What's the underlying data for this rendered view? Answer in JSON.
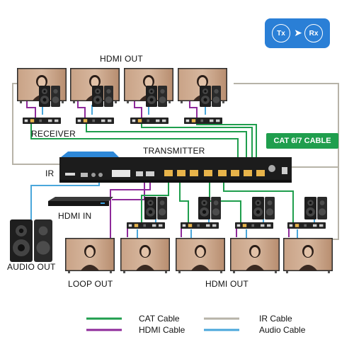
{
  "labels": {
    "hdmi_out_top": "HDMI OUT",
    "receiver": "RECEIVER",
    "transmitter": "TRANSMITTER",
    "ir": "IR",
    "hdmi_in": "HDMI IN",
    "audio_out": "AUDIO OUT",
    "loop_out": "LOOP OUT",
    "hdmi_out_bottom": "HDMI OUT"
  },
  "badge": {
    "cat": "CAT 6/7 CABLE",
    "tx": "Tx",
    "rx": "Rx"
  },
  "legend": {
    "cat": "CAT Cable",
    "hdmi": "HDMI Cable",
    "ir": "IR Cable",
    "audio": "Audio Cable"
  },
  "colors": {
    "cat": "#1f9e4d",
    "hdmi": "#8e2a9a",
    "ir": "#b7b3a8",
    "audio": "#4aa7db",
    "badge": "#1f9e4d",
    "txrx": "#2a7fd6"
  },
  "icons": {
    "tv": "tv-icon",
    "speaker": "speaker-icon",
    "receiver": "receiver-box-icon",
    "transmitter": "transmitter-unit-icon",
    "player": "media-player-icon",
    "arrow": "arrow-right-icon"
  }
}
